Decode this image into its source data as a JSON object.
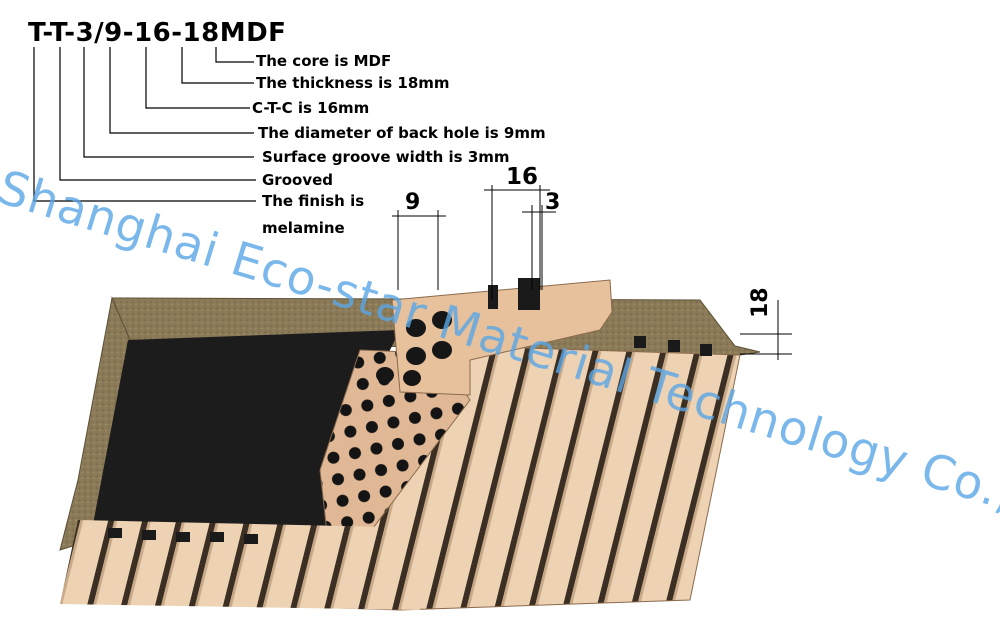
{
  "product_code": "T-T-3/9-16-18MDF",
  "legend": [
    "The core is MDF",
    "The thickness is 18mm",
    "C-T-C is 16mm",
    "The diameter of back hole is 9mm",
    "Surface groove width is 3mm",
    "Grooved",
    "The finish is",
    "melamine"
  ],
  "dimensions": {
    "hole_diameter": "9",
    "ctc": "16",
    "groove_width": "3",
    "thickness": "18"
  },
  "watermark": "Shanghai Eco-star Material Technology Co.,LTD",
  "colors": {
    "mdf_core": "#8a7a58",
    "fabric_backing": "#1c1c1c",
    "melamine_face": "#e8c8a4",
    "watermark": "#5aa6e6"
  }
}
